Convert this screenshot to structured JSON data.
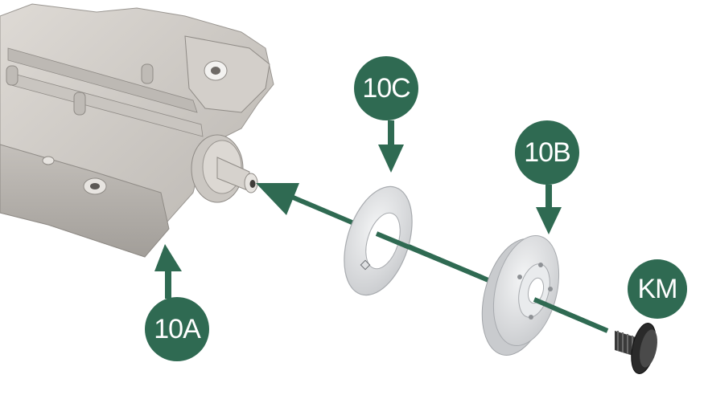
{
  "labels": {
    "part_10A": "10A",
    "part_10B": "10B",
    "part_10C": "10C",
    "part_KM": "KM"
  },
  "colors": {
    "callout": "#2f6a52",
    "arrow": "#2f6a52",
    "metal_body": "#cfcbc6",
    "washer": "#e2e4e6",
    "screw": "#2a2a2a"
  },
  "icons": {
    "callout_pointer": "arrow-down-icon",
    "assembly_axis": "assembly-arrow-icon"
  }
}
